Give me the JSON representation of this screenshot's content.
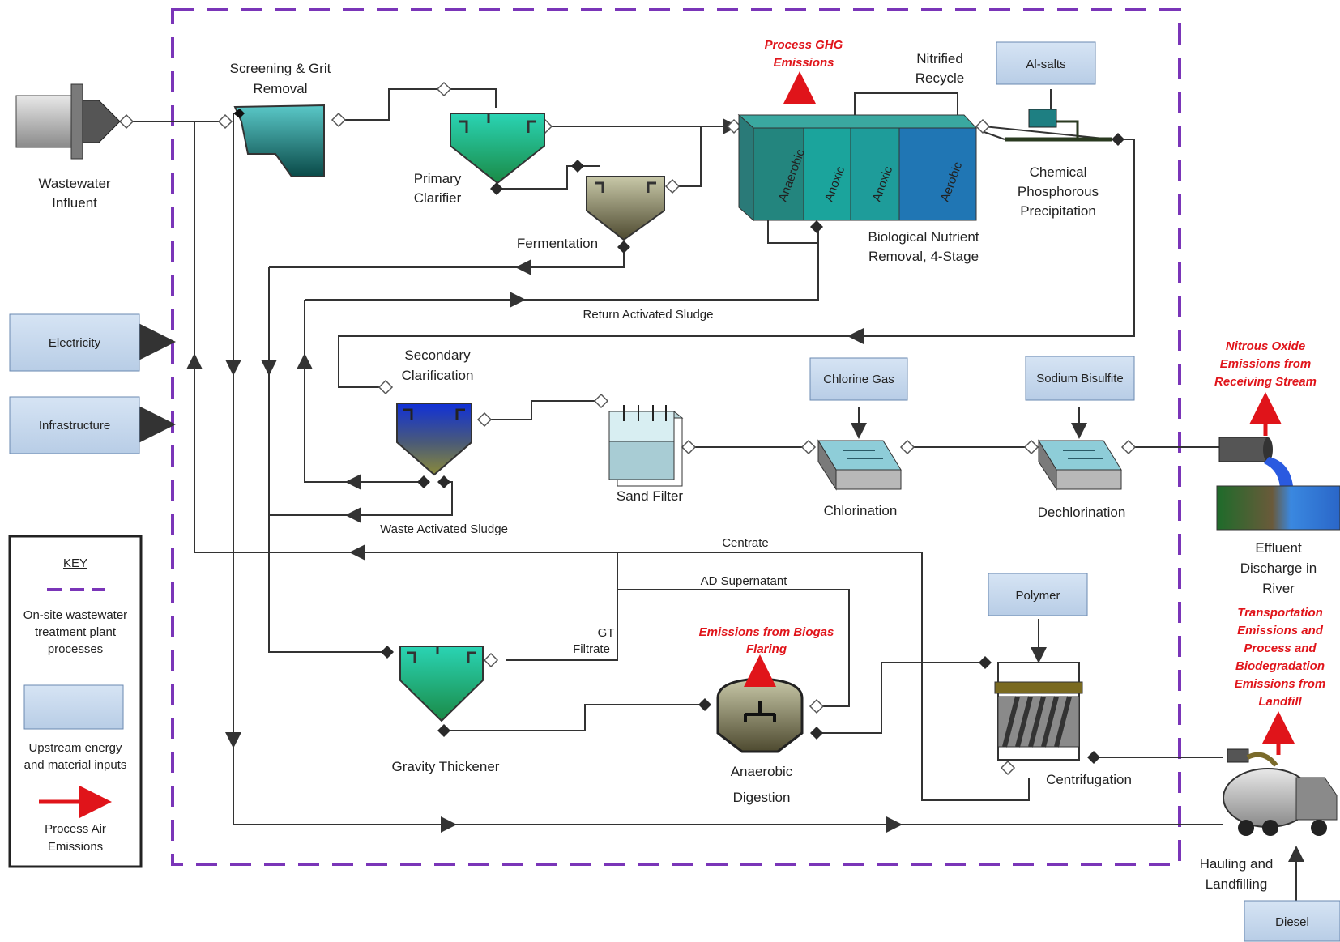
{
  "labels": {
    "influent": [
      "Wastewater",
      "Influent"
    ],
    "screening": [
      "Screening & Grit",
      "Removal"
    ],
    "primary": [
      "Primary",
      "Clarifier"
    ],
    "fermentation": "Fermentation",
    "bnr": [
      "Biological Nutrient",
      "Removal, 4-Stage"
    ],
    "bnr_zones": [
      "Anaerobic",
      "Anoxic",
      "Anoxic",
      "Aerobic"
    ],
    "nitrified_recycle": [
      "Nitrified",
      "Recycle"
    ],
    "chem_phos": [
      "Chemical",
      "Phosphorous",
      "Precipitation"
    ],
    "return_sludge": "Return Activated Sludge",
    "secondary": [
      "Secondary",
      "Clarification"
    ],
    "sand_filter": "Sand Filter",
    "chlorination": "Chlorination",
    "dechlorination": "Dechlorination",
    "effluent": [
      "Effluent",
      "Discharge in",
      "River"
    ],
    "waste_sludge": "Waste Activated Sludge",
    "centrate": "Centrate",
    "ad_supernatant": "AD Supernatant",
    "gt_filtrate": [
      "GT",
      "Filtrate"
    ],
    "gravity_thickener": "Gravity Thickener",
    "anaerobic_digestion": [
      "Anaerobic",
      "Digestion"
    ],
    "centrifugation": "Centrifugation",
    "hauling": [
      "Hauling and",
      "Landfilling"
    ]
  },
  "inputs": {
    "al_salts": "Al-salts",
    "electricity": "Electricity",
    "infrastructure": "Infrastructure",
    "chlorine_gas": "Chlorine Gas",
    "sodium_bisulfite": "Sodium Bisulfite",
    "polymer": "Polymer",
    "diesel": "Diesel"
  },
  "emissions": {
    "process_ghg": [
      "Process GHG",
      "Emissions"
    ],
    "nitrous_oxide": [
      "Nitrous Oxide",
      "Emissions from",
      "Receiving Stream"
    ],
    "biogas": [
      "Emissions from Biogas",
      "Flaring"
    ],
    "transport": [
      "Transportation",
      "Emissions and",
      "Process and",
      "Biodegradation",
      "Emissions from",
      "Landfill"
    ]
  },
  "key": {
    "title": "KEY",
    "boundary": [
      "On-site wastewater",
      "treatment plant",
      "processes"
    ],
    "upstream": [
      "Upstream energy",
      "and material inputs"
    ],
    "air": [
      "Process Air",
      "Emissions"
    ]
  },
  "colors": {
    "boundary": "#7a35b8",
    "input_box": "#c6d9ee",
    "emission": "#e0141a",
    "flow_line": "#333333"
  }
}
